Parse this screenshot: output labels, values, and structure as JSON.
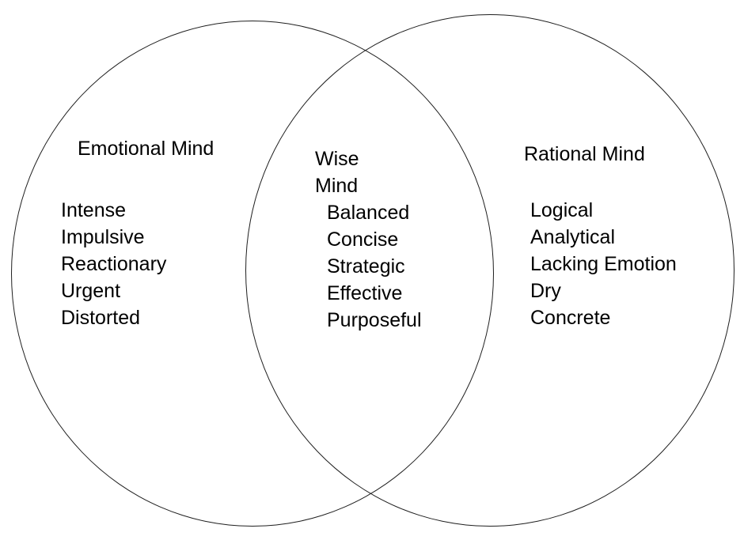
{
  "venn": {
    "background_color": "#ffffff",
    "stroke_color": "#1f1f1f",
    "text_color": "#000000",
    "left": {
      "title": "Emotional Mind",
      "items": [
        "Intense",
        "Impulsive",
        "Reactionary",
        "Urgent",
        "Distorted"
      ]
    },
    "center": {
      "title_line1": "Wise",
      "title_line2": "Mind",
      "items": [
        "Balanced",
        "Concise",
        "Strategic",
        "Effective",
        "Purposeful"
      ]
    },
    "right": {
      "title": "Rational Mind",
      "items": [
        "Logical",
        "Analytical",
        "Lacking Emotion",
        "Dry",
        "Concrete"
      ]
    }
  }
}
